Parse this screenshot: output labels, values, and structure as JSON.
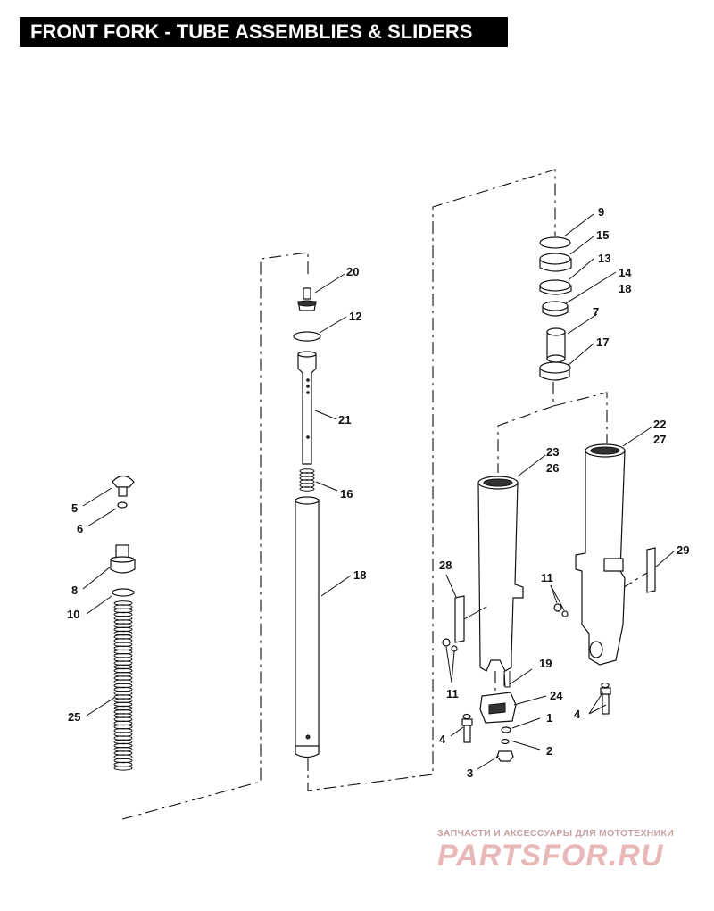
{
  "page": {
    "title": "FRONT FORK - TUBE ASSEMBLIES & SLIDERS"
  },
  "callouts": [
    "1",
    "2",
    "3",
    "4",
    "4",
    "5",
    "6",
    "7",
    "8",
    "9",
    "10",
    "11",
    "11",
    "11",
    "12",
    "13",
    "14",
    "15",
    "16",
    "17",
    "18",
    "18",
    "19",
    "20",
    "21",
    "22",
    "23",
    "24",
    "25",
    "26",
    "27",
    "28",
    "29"
  ],
  "watermark": {
    "tagline": "ЗАПЧАСТИ И АКСЕССУАРЫ ДЛЯ МОТОТЕХНИКИ",
    "brand": "PARTSFOR.RU"
  },
  "colors": {
    "ink": "#111111",
    "title_bg": "#000000",
    "title_fg": "#ffffff",
    "watermark": "#e8b8b8"
  }
}
